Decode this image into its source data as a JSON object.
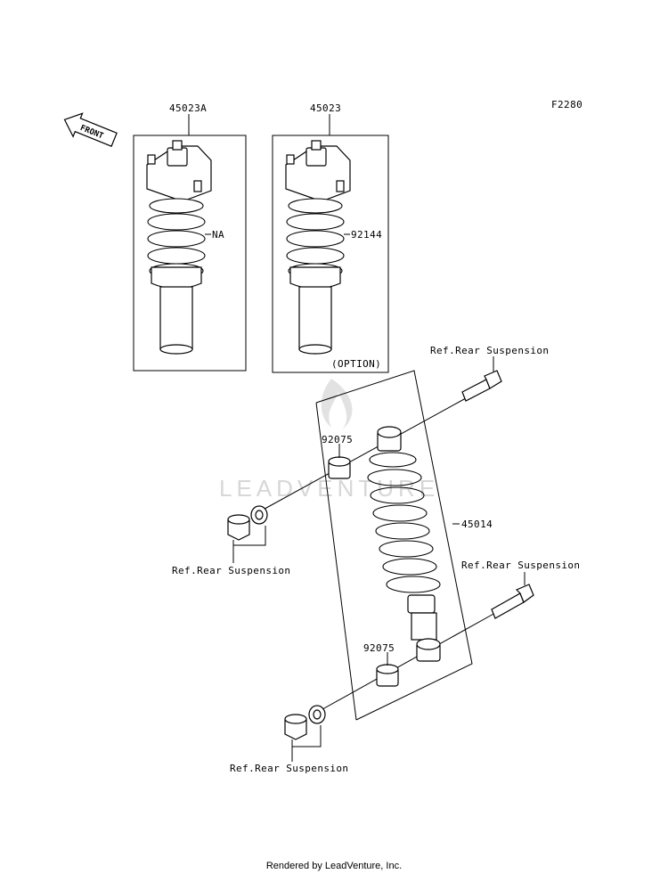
{
  "diagram": {
    "figure_code": "F2280",
    "front_arrow_label": "FRONT",
    "watermark": "LEADVENTURE",
    "footer": "Rendered by LeadVenture, Inc.",
    "labels": {
      "shock_assy_left": "45023A",
      "shock_assy_right": "45023",
      "spring_left": "NA",
      "spring_right": "92144",
      "option_note": "(OPTION)",
      "shock_main": "45014",
      "collar_top": "92075",
      "collar_bottom": "92075",
      "ref_top_bolt": "Ref.Rear Suspension",
      "ref_top_nut": "Ref.Rear Suspension",
      "ref_bottom_bolt": "Ref.Rear Suspension",
      "ref_bottom_nut": "Ref.Rear Suspension"
    }
  }
}
